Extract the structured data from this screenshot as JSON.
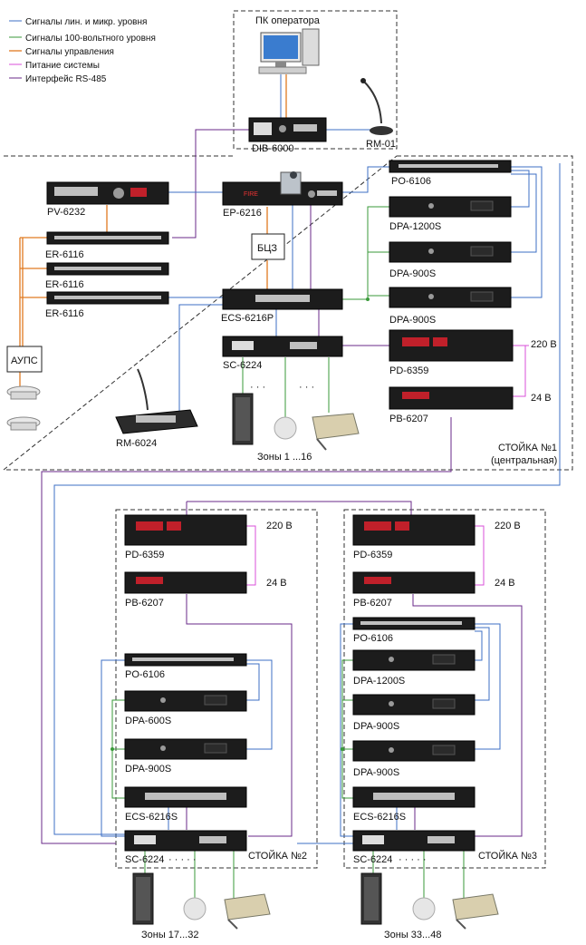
{
  "colors": {
    "audio": "#3c6fc4",
    "v100": "#3a9a3a",
    "control": "#e07a20",
    "power": "#d94fd9",
    "rs485": "#6a2a8a"
  },
  "legend": [
    {
      "text": "Сигналы лин. и микр. уровня",
      "color_key": "audio"
    },
    {
      "text": "Сигналы 100-вольтного уровня",
      "color_key": "v100"
    },
    {
      "text": "Сигналы управления",
      "color_key": "control"
    },
    {
      "text": "Питание системы",
      "color_key": "power"
    },
    {
      "text": "Интерфейс RS-485",
      "color_key": "rs485"
    }
  ],
  "top": {
    "pc_label": "ПК оператора",
    "dib_label": "DIB-6000",
    "rm01_label": "RM-01"
  },
  "rack1": {
    "pv": "PV-6232",
    "ep": "EP-6216",
    "er1": "ER-6116",
    "er2": "ER-6116",
    "er3": "ER-6116",
    "bcz": "БЦЗ",
    "ecs": "ECS-6216P",
    "sc": "SC-6224",
    "aups": "АУПС",
    "rm6024": "RM-6024",
    "zones": "Зоны 1 ...16",
    "dots1": "· · ·",
    "dots2": "· · ·",
    "po": "PO-6106",
    "dpa1": "DPA-1200S",
    "dpa2": "DPA-900S",
    "dpa3": "DPA-900S",
    "pd": "PD-6359",
    "pb": "PB-6207",
    "v220": "220 В",
    "v24": "24 В",
    "title1": "СТОЙКА №1",
    "title2": "(центральная)",
    "fire": "FIRE"
  },
  "rack2": {
    "pd": "PD-6359",
    "pb": "PB-6207",
    "v220": "220 В",
    "v24": "24 В",
    "po": "PO-6106",
    "dpa1": "DPA-600S",
    "dpa2": "DPA-900S",
    "ecs": "ECS-6216S",
    "sc": "SC-6224",
    "title": "СТОЙКА №2",
    "dots": "· · · · ·",
    "zones": "Зоны 17...32"
  },
  "rack3": {
    "pd": "PD-6359",
    "pb": "PB-6207",
    "v220": "220 В",
    "v24": "24 В",
    "po": "PO-6106",
    "dpa1": "DPA-1200S",
    "dpa2": "DPA-900S",
    "dpa3": "DPA-900S",
    "ecs": "ECS-6216S",
    "sc": "SC-6224",
    "title": "СТОЙКА №3",
    "dots": "· · · · ·",
    "zones": "Зоны 33...48"
  }
}
